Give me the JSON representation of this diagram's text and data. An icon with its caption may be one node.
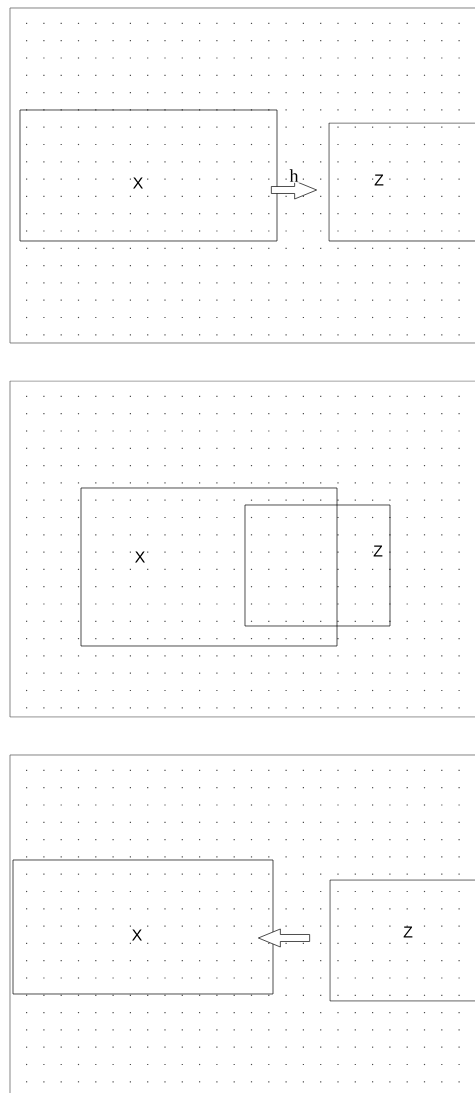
{
  "diagram": {
    "nodes": [
      {
        "text": [
          "X"
        ]
      },
      {
        "text": [
          "Z"
        ]
      },
      {
        "text": [
          "X"
        ]
      },
      {
        "text": [
          "Z"
        ]
      },
      {
        "text": [
          "X"
        ]
      },
      {
        "text": [
          "Z"
        ]
      }
    ],
    "edges": [
      {
        "from": 0,
        "to": 1,
        "arrow": "to",
        "label": "h"
      },
      {
        "from": 5,
        "to": 4,
        "arrow": "to"
      }
    ]
  }
}
